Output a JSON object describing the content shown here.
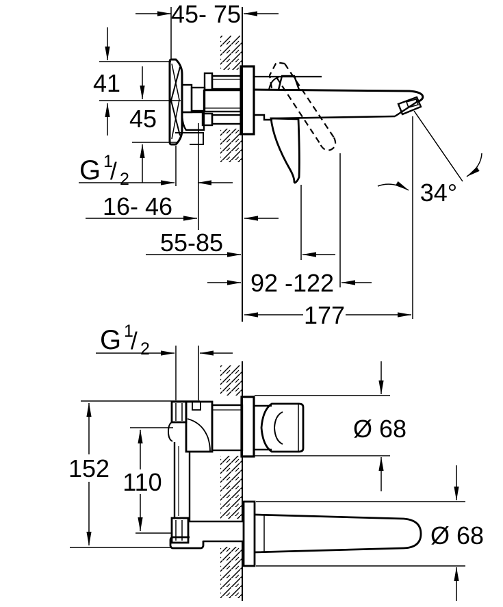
{
  "colors": {
    "line": "#000000",
    "background": "#ffffff"
  },
  "side_view": {
    "dim_mounting_depth_range": "45- 75",
    "dim_above_center": "41",
    "dim_below_center": "45",
    "thread": {
      "letter": "G",
      "num": "1",
      "slash": "/",
      "den": "2"
    },
    "dim_rough_in_range": "16- 46",
    "dim_lever_closed_range": "55-85",
    "dim_lever_open_range": "92 -122",
    "dim_projection": "177",
    "dim_spout_angle": "34°"
  },
  "front_view": {
    "thread": {
      "letter": "G",
      "num": "1",
      "slash": "/",
      "den": "2"
    },
    "dim_body_height": "152",
    "dim_connection_distance": "110",
    "dim_escutcheon_dia_top": "Ø 68",
    "dim_escutcheon_dia_bottom": "Ø 68"
  }
}
